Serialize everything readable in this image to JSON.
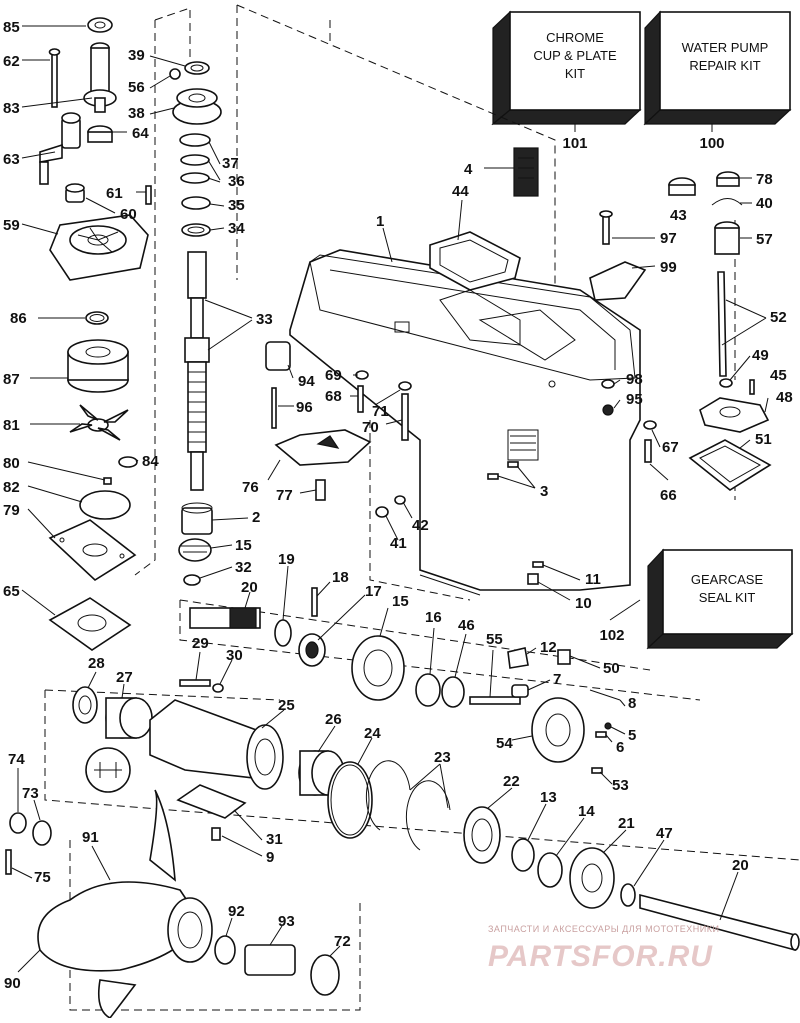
{
  "kits": [
    {
      "id": "chrome-kit",
      "line1": "CHROME",
      "line2": "CUP & PLATE",
      "line3": "KIT",
      "ref": "101"
    },
    {
      "id": "water-pump-kit",
      "line1": "WATER PUMP",
      "line2": "REPAIR KIT",
      "line3": "",
      "ref": "100"
    },
    {
      "id": "gearcase-kit",
      "line1": "GEARCASE",
      "line2": "SEAL KIT",
      "line3": "",
      "ref": "102"
    }
  ],
  "watermark": {
    "line1": "ЗАПЧАСТИ И АКСЕССУАРЫ ДЛЯ МОТОТЕХНИКИ",
    "line2": "PARTSFOR.RU"
  },
  "callouts": [
    "85",
    "62",
    "83",
    "64",
    "63",
    "61",
    "60",
    "59",
    "86",
    "87",
    "81",
    "84",
    "80",
    "82",
    "79",
    "65",
    "39",
    "56",
    "38",
    "37",
    "36",
    "35",
    "34",
    "33",
    "2",
    "15",
    "32",
    "20",
    "19",
    "18",
    "17",
    "94",
    "96",
    "69",
    "68",
    "71",
    "70",
    "76",
    "77",
    "1",
    "44",
    "4",
    "43",
    "97",
    "99",
    "78",
    "40",
    "57",
    "52",
    "49",
    "45",
    "48",
    "98",
    "95",
    "67",
    "51",
    "66",
    "3",
    "42",
    "41",
    "11",
    "10",
    "16",
    "46",
    "55",
    "12",
    "50",
    "7",
    "8",
    "5",
    "6",
    "54",
    "53",
    "29",
    "30",
    "28",
    "27",
    "25",
    "26",
    "24",
    "23",
    "22",
    "13",
    "14",
    "21",
    "47",
    "74",
    "73",
    "75",
    "31",
    "9",
    "91",
    "90",
    "92",
    "93",
    "72"
  ]
}
